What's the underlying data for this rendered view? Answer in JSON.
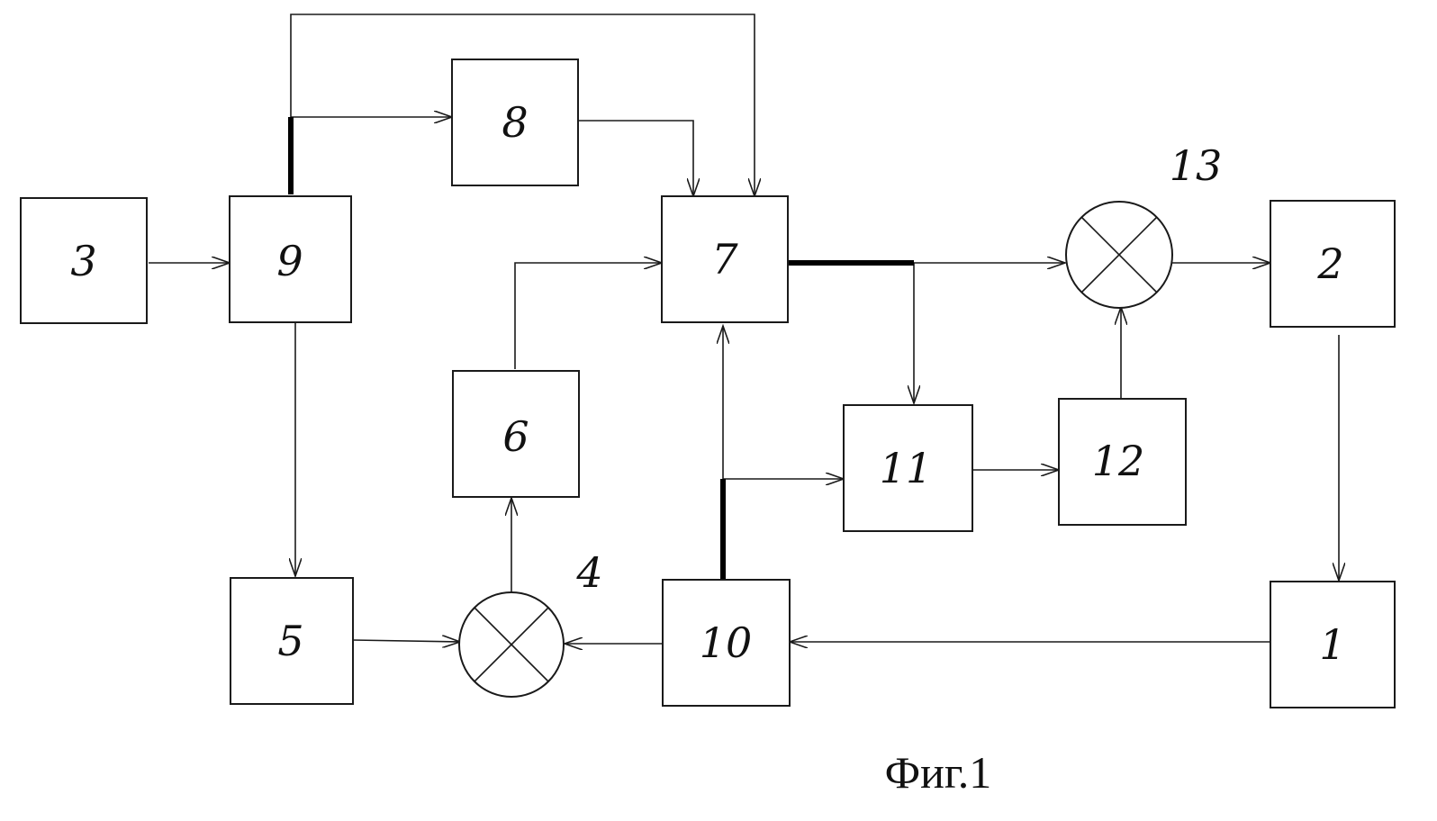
{
  "blocks": {
    "b1": "1",
    "b2": "2",
    "b3": "3",
    "b5": "5",
    "b6": "6",
    "b7": "7",
    "b8": "8",
    "b9": "9",
    "b10": "10",
    "b11": "11",
    "b12": "12"
  },
  "mixers": {
    "m4": "4",
    "m13": "13"
  },
  "caption": "Фиг.1",
  "colors": {
    "line": "#1a1a1a",
    "background": "#ffffff"
  }
}
